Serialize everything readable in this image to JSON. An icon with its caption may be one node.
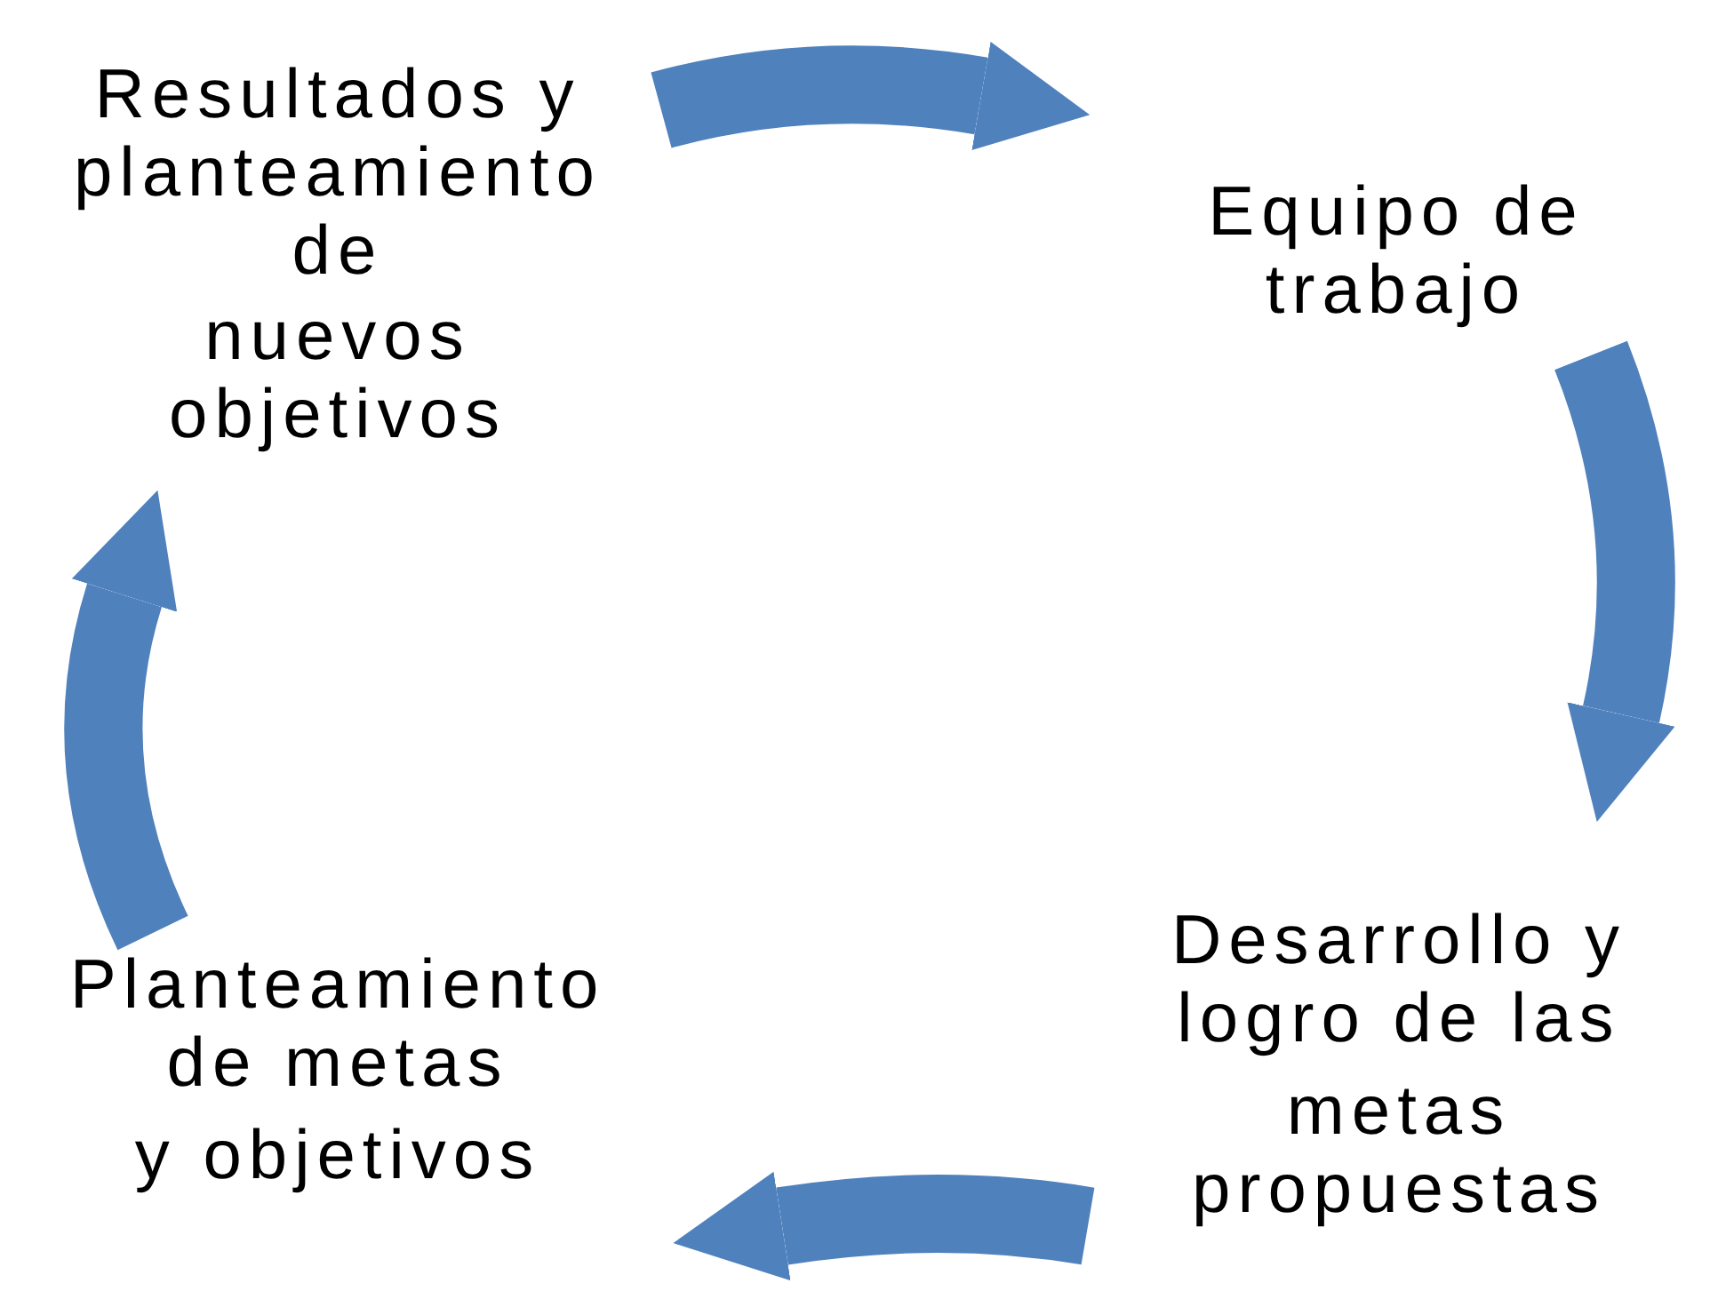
{
  "diagram": {
    "nodes": [
      {
        "text": [
          "Resultados y planteamiento de",
          "nuevos objetivos"
        ]
      },
      {
        "text": [
          "Equipo de trabajo"
        ]
      },
      {
        "text": [
          "Desarrollo y logro de las",
          "metas propuestas"
        ]
      },
      {
        "text": [
          "Planteamiento de metas",
          "y objetivos"
        ]
      }
    ],
    "edges": [
      {
        "from": 0,
        "to": 1,
        "arrow": "to"
      },
      {
        "from": 1,
        "to": 2,
        "arrow": "to"
      },
      {
        "from": 2,
        "to": 3,
        "arrow": "to"
      },
      {
        "from": 3,
        "to": 0,
        "arrow": "to"
      }
    ]
  }
}
